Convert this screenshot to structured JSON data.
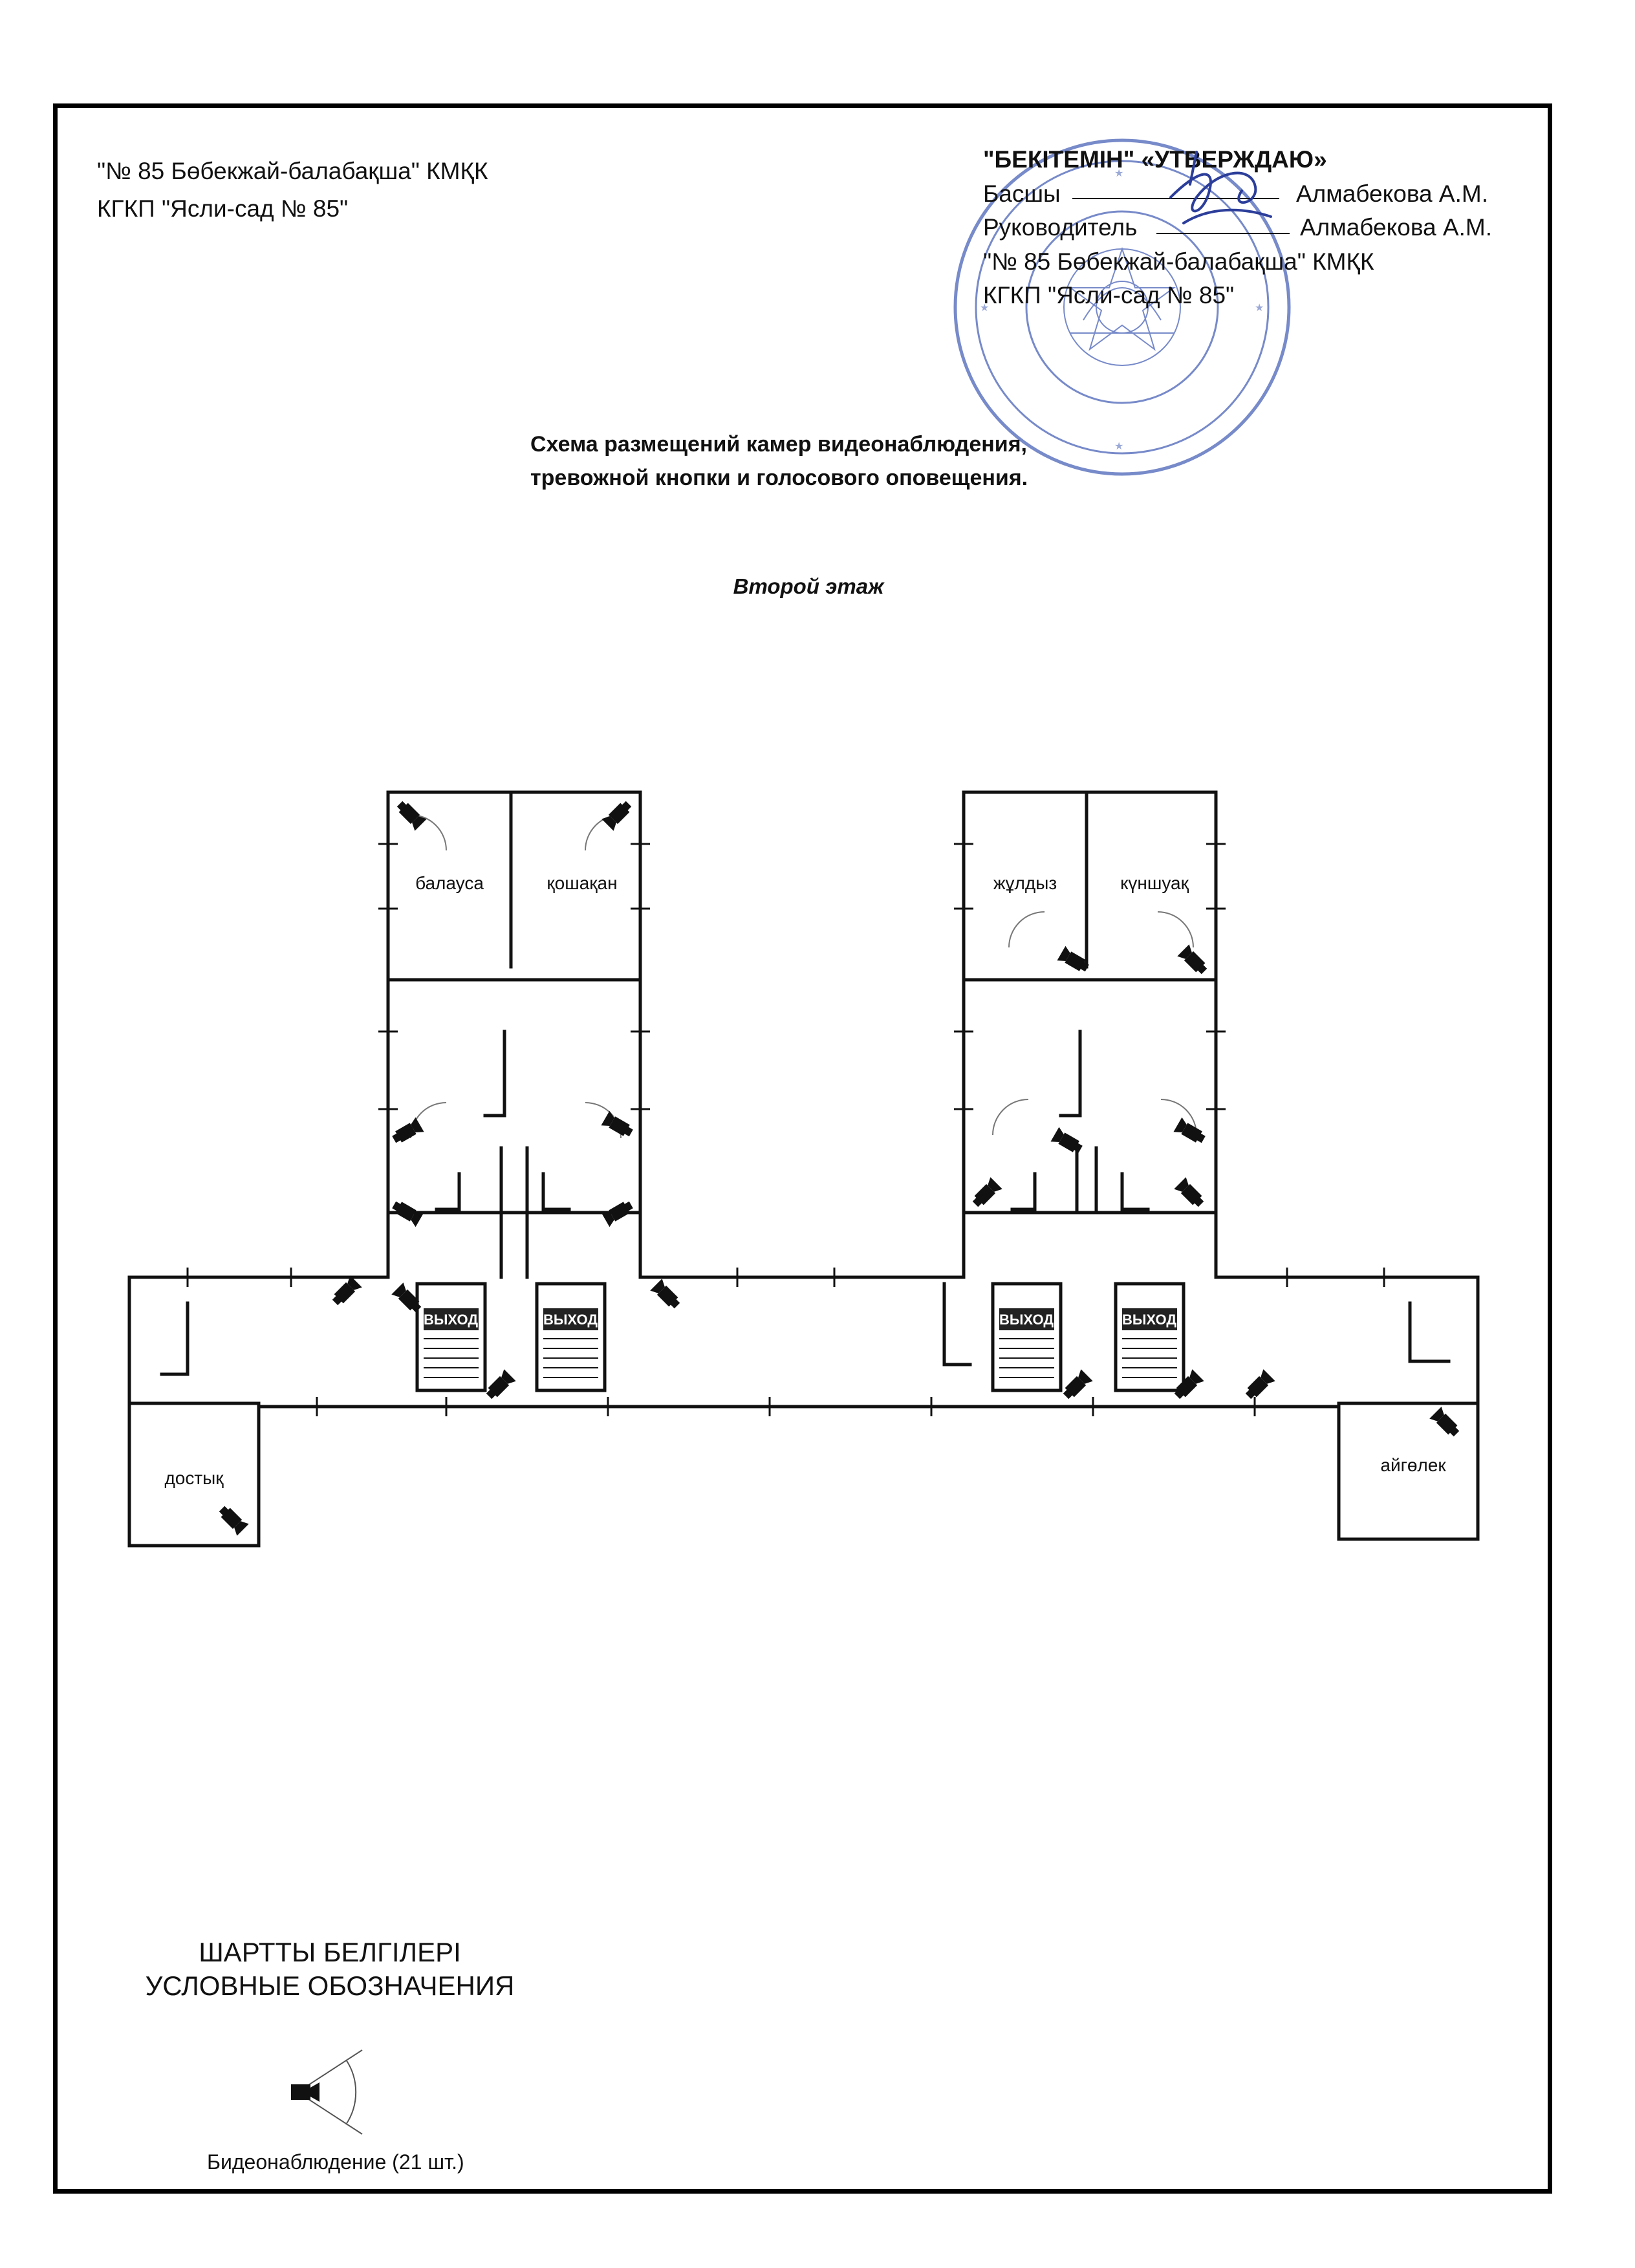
{
  "header_left": {
    "line1": "\"№ 85 Бөбекжай-балабақша\" КМҚК",
    "line2": "КГКП \"Ясли-сад № 85\""
  },
  "approval": {
    "title": "\"БЕКІТЕМІН\" «УТВЕРЖДАЮ»",
    "role_kz": "Басшы",
    "role_ru": "Руководитель",
    "name1": "Алмабекова А.М.",
    "name2": "Алмабекова А.М.",
    "org_kz": "\"№ 85 Бөбекжай-балабақша\" КМҚК",
    "org_ru": "КГКП \"Ясли-сад № 85\""
  },
  "document": {
    "title_line1": "Схема размещений камер видеонаблюдения,",
    "title_line2": "тревожной кнопки и голосового оповещения.",
    "floor": "Второй этаж"
  },
  "rooms": {
    "r1": "балауса",
    "r2": "қошақан",
    "r3": "жұлдыз",
    "r4": "күншуақ",
    "r5": "достық",
    "r6": "айгөлек"
  },
  "exits": [
    "ВЫХОД",
    "ВЫХОД",
    "ВЫХОД",
    "ВЫХОД"
  ],
  "legend": {
    "heading_kz": "ШАРТТЫ БЕЛГІЛЕРІ",
    "heading_ru": "УСЛОВНЫЕ ОБОЗНАЧЕНИЯ",
    "camera_caption": "Бидеонаблюдение  (21 шт.)"
  },
  "colors": {
    "stamp": "#4a63b8",
    "ink": "#111111",
    "exit_sign": "#222222"
  },
  "icons": {
    "camera": "cctv-camera-icon"
  }
}
